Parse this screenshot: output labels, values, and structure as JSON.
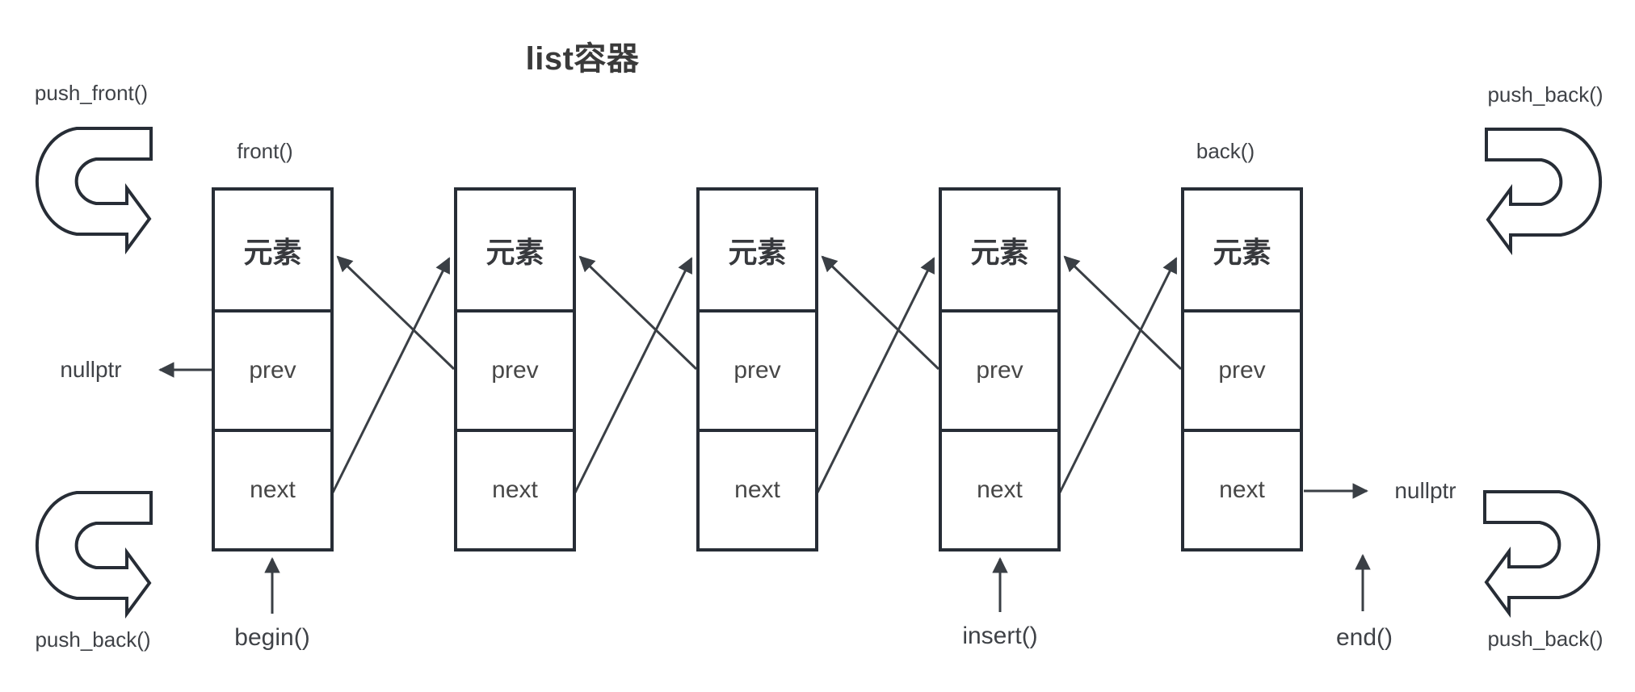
{
  "title": "list容器",
  "labels": {
    "push_front": "push_front()",
    "push_back_top_right": "push_back()",
    "push_back_bottom_left": "push_back()",
    "push_back_bottom_right": "push_back()",
    "front": "front()",
    "back": "back()",
    "begin": "begin()",
    "insert": "insert()",
    "end": "end()",
    "nullptr_left": "nullptr",
    "nullptr_right": "nullptr"
  },
  "nodes": [
    {
      "element": "元素",
      "prev": "prev",
      "next": "next"
    },
    {
      "element": "元素",
      "prev": "prev",
      "next": "next"
    },
    {
      "element": "元素",
      "prev": "prev",
      "next": "next"
    },
    {
      "element": "元素",
      "prev": "prev",
      "next": "next"
    },
    {
      "element": "元素",
      "prev": "prev",
      "next": "next"
    }
  ],
  "colors": {
    "box_stroke": "#272d36",
    "line_stroke": "#3a3f45",
    "text": "#3f4247",
    "background": "#ffffff"
  }
}
